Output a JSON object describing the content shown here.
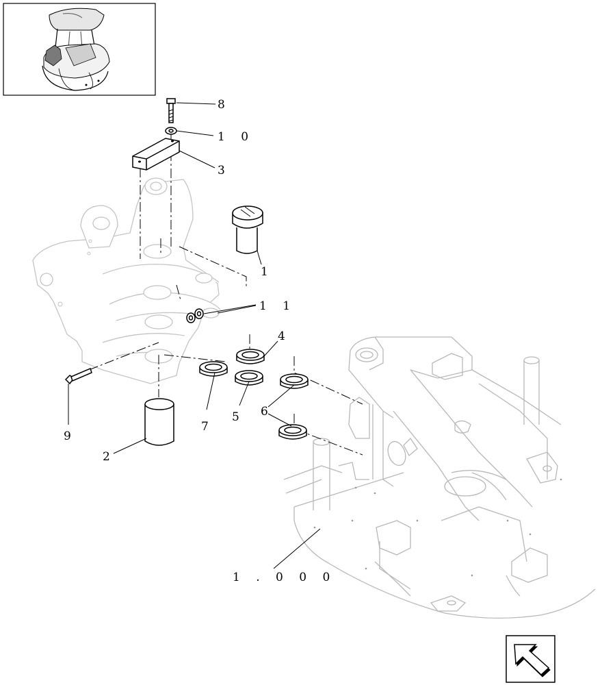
{
  "diagram": {
    "callouts": [
      {
        "id": "c8",
        "label": "8"
      },
      {
        "id": "c10",
        "label": "1 0"
      },
      {
        "id": "c3",
        "label": "3"
      },
      {
        "id": "c1",
        "label": "1"
      },
      {
        "id": "c11",
        "label": "1 1"
      },
      {
        "id": "c4",
        "label": "4"
      },
      {
        "id": "c7",
        "label": "7"
      },
      {
        "id": "c5",
        "label": "5"
      },
      {
        "id": "c6",
        "label": "6"
      },
      {
        "id": "c9",
        "label": "9"
      },
      {
        "id": "c2",
        "label": "2"
      },
      {
        "id": "c1000",
        "label": "1 . 0 0 0"
      }
    ]
  },
  "thumbnail": {
    "icon": "machine-overview-icon"
  },
  "navigation": {
    "icon": "return-arrow-icon"
  }
}
